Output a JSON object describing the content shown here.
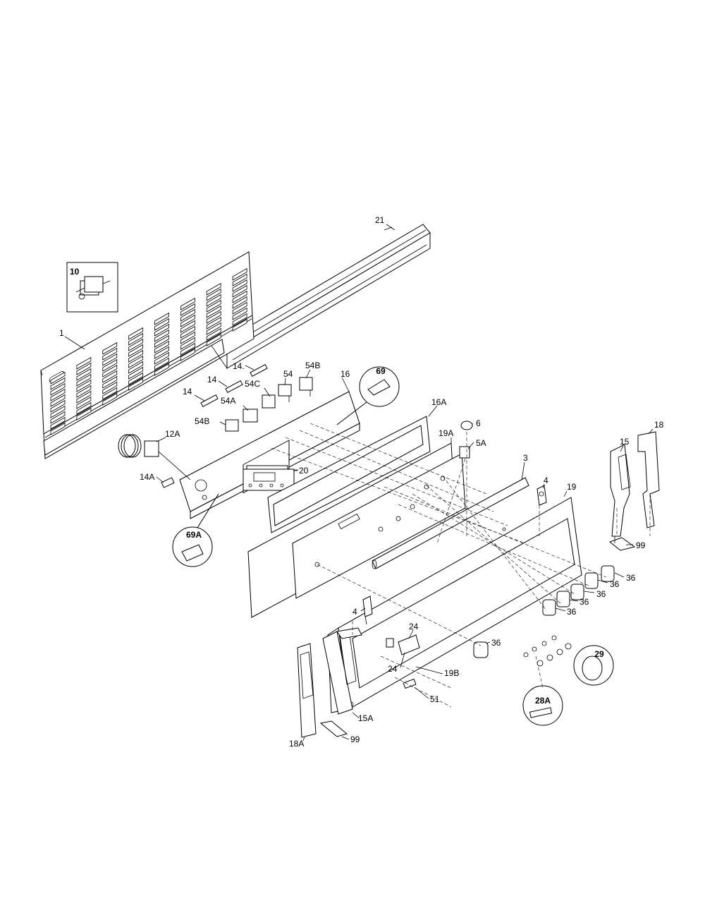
{
  "labels": [
    {
      "id": "p21",
      "text": "21"
    },
    {
      "id": "p10",
      "text": "10"
    },
    {
      "id": "p1",
      "text": "1"
    },
    {
      "id": "p14a",
      "text": "14."
    },
    {
      "id": "p54",
      "text": "54"
    },
    {
      "id": "p54b_top",
      "text": "54B"
    },
    {
      "id": "p14b",
      "text": "14"
    },
    {
      "id": "p54c",
      "text": "54C"
    },
    {
      "id": "p16",
      "text": "16"
    },
    {
      "id": "p69",
      "text": "69"
    },
    {
      "id": "p14c",
      "text": "14"
    },
    {
      "id": "p54a",
      "text": "54A"
    },
    {
      "id": "p54b_low",
      "text": "54B"
    },
    {
      "id": "p16a",
      "text": "16A"
    },
    {
      "id": "p6",
      "text": "6"
    },
    {
      "id": "p12a",
      "text": "12A"
    },
    {
      "id": "p19a",
      "text": "19A"
    },
    {
      "id": "p5a",
      "text": "5A"
    },
    {
      "id": "p18_top",
      "text": "18"
    },
    {
      "id": "p15",
      "text": "15"
    },
    {
      "id": "p3",
      "text": "3"
    },
    {
      "id": "p20",
      "text": "20"
    },
    {
      "id": "p14a2",
      "text": "14A"
    },
    {
      "id": "p4_top",
      "text": "4"
    },
    {
      "id": "p19",
      "text": "19"
    },
    {
      "id": "p99_r",
      "text": "99"
    },
    {
      "id": "p69a",
      "text": "69A"
    },
    {
      "id": "p36_a",
      "text": "36"
    },
    {
      "id": "p36_b",
      "text": "36"
    },
    {
      "id": "p36_c",
      "text": "36"
    },
    {
      "id": "p36_d",
      "text": "36"
    },
    {
      "id": "p36_e",
      "text": "36"
    },
    {
      "id": "p4_low",
      "text": "4"
    },
    {
      "id": "p24_a",
      "text": "24"
    },
    {
      "id": "p36_f",
      "text": "36"
    },
    {
      "id": "p29",
      "text": "29"
    },
    {
      "id": "p24_b",
      "text": "24"
    },
    {
      "id": "p19b",
      "text": "19B"
    },
    {
      "id": "p51",
      "text": "51"
    },
    {
      "id": "p28a",
      "text": "28A"
    },
    {
      "id": "p15a",
      "text": "15A"
    },
    {
      "id": "p99_l",
      "text": "99"
    },
    {
      "id": "p18a",
      "text": "18A"
    }
  ]
}
